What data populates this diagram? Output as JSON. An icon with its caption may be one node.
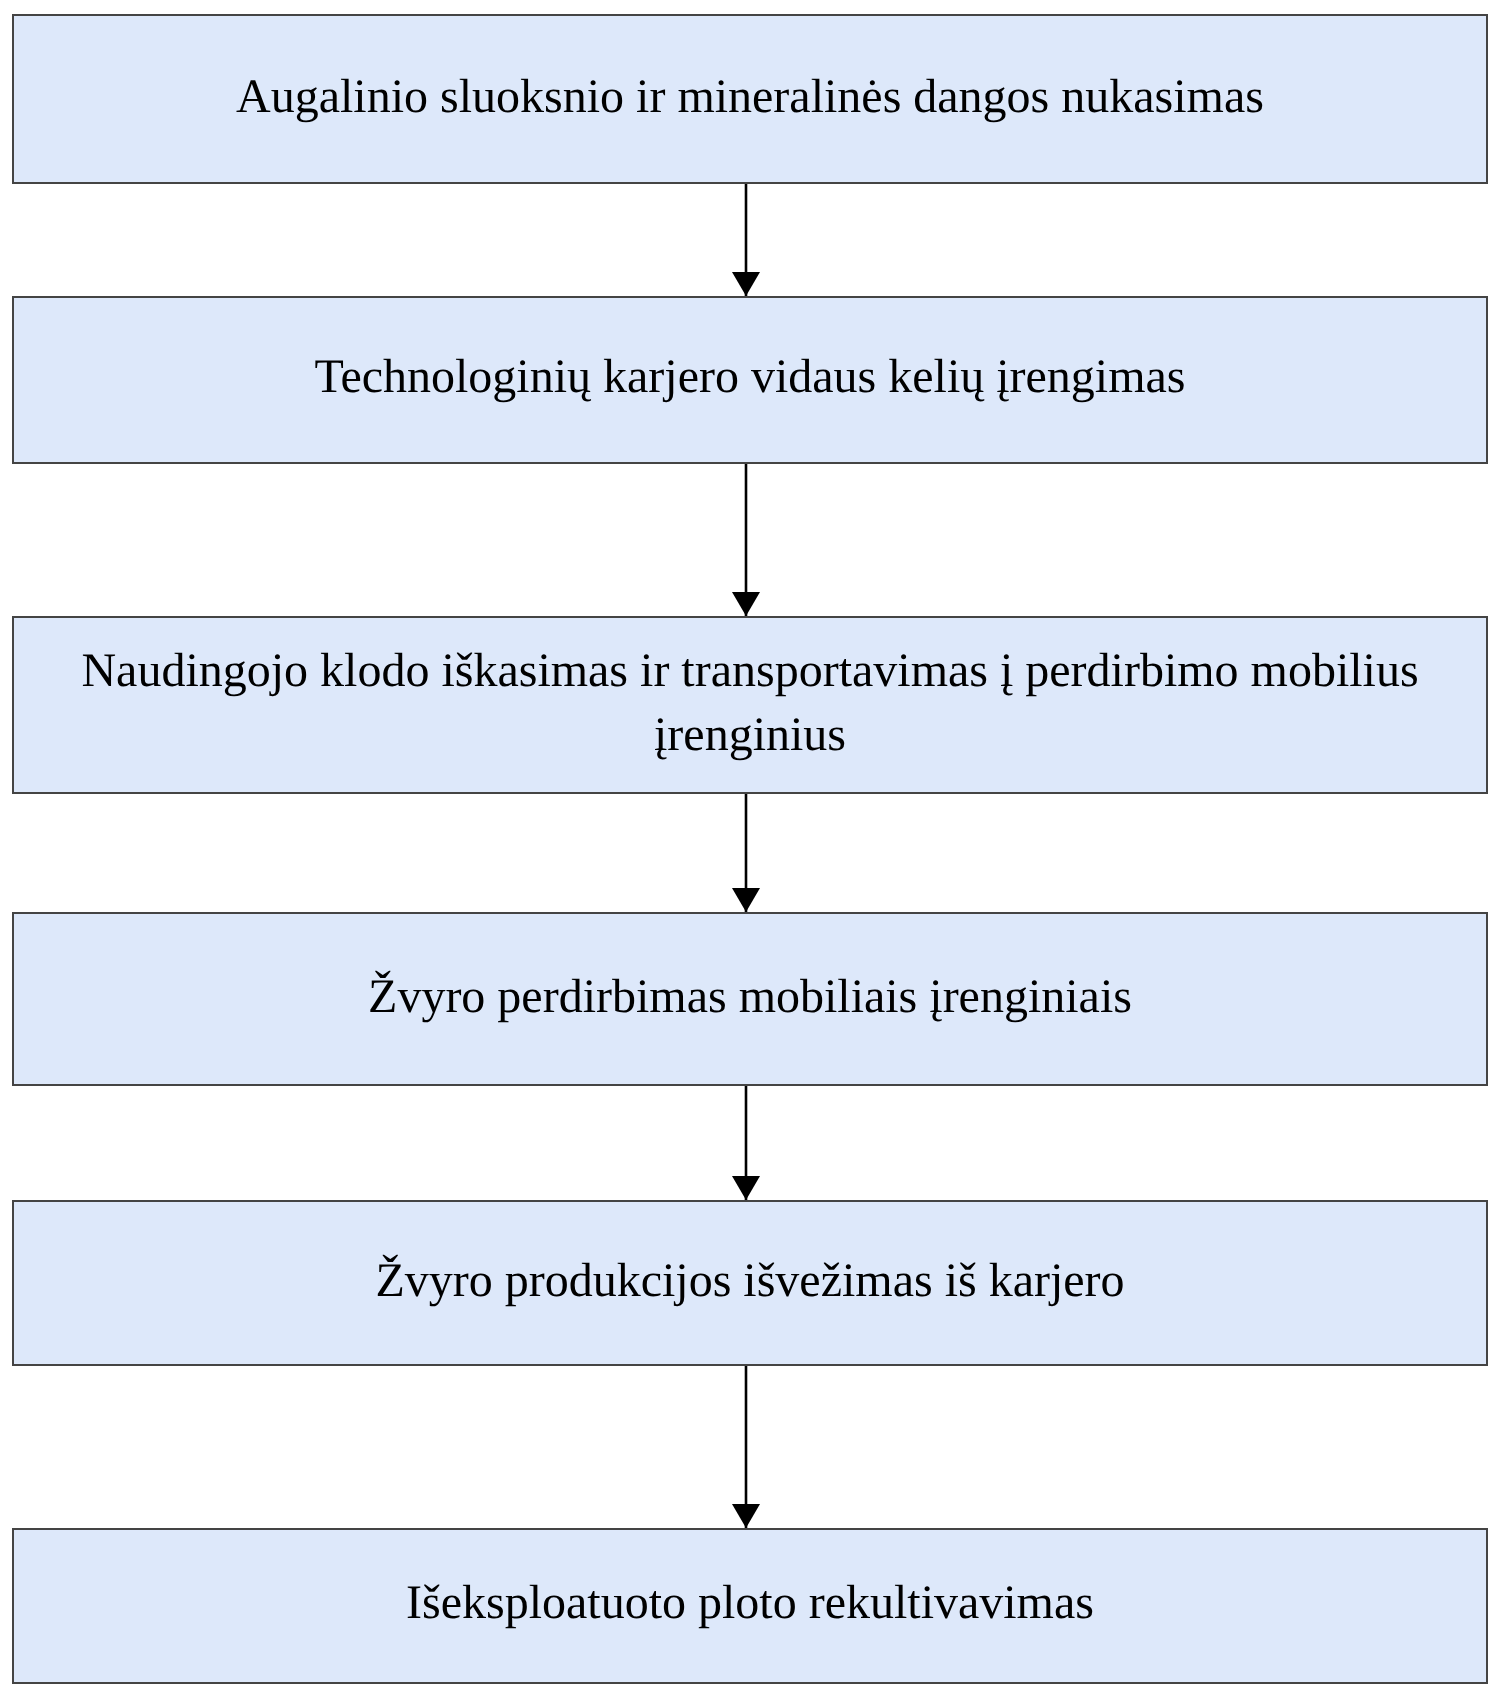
{
  "diagram": {
    "nodes": [
      {
        "text": [
          "Augalinio sluoksnio ir mineralinės dangos nukasimas"
        ]
      },
      {
        "text": [
          "Technologinių karjero vidaus kelių įrengimas"
        ]
      },
      {
        "text": [
          "Naudingojo klodo iškasimas ir transportavimas į perdirbimo mobilius įrenginius"
        ]
      },
      {
        "text": [
          "Žvyro perdirbimas mobiliais įrenginiais"
        ]
      },
      {
        "text": [
          "Žvyro produkcijos išvežimas iš karjero"
        ]
      },
      {
        "text": [
          "Išeksploatuoto ploto rekultivavimas"
        ]
      }
    ],
    "edges": [
      {
        "from": 0,
        "to": 1,
        "arrow": "to"
      },
      {
        "from": 1,
        "to": 2,
        "arrow": "to"
      },
      {
        "from": 2,
        "to": 3,
        "arrow": "to"
      },
      {
        "from": 3,
        "to": 4,
        "arrow": "to"
      },
      {
        "from": 4,
        "to": 5,
        "arrow": "to"
      }
    ]
  }
}
